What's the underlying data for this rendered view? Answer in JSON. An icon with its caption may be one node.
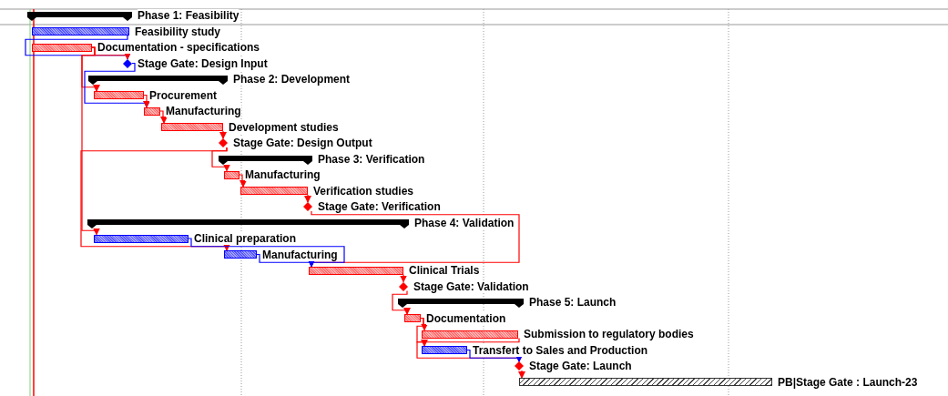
{
  "diagram": {
    "nodes": [
      {
        "text": [
          "Phase 1: Feasibility"
        ]
      },
      {
        "text": [
          "Feasibility study"
        ]
      },
      {
        "text": [
          "Documentation - specifications"
        ]
      },
      {
        "text": [
          "Stage Gate: Design Input"
        ]
      },
      {
        "text": [
          "Phase 2: Development"
        ]
      },
      {
        "text": [
          "Procurement"
        ]
      },
      {
        "text": [
          "Manufacturing"
        ]
      },
      {
        "text": [
          "Development studies"
        ]
      },
      {
        "text": [
          "Stage Gate: Design Output"
        ]
      },
      {
        "text": [
          "Phase 3: Verification"
        ]
      },
      {
        "text": [
          "Manufacturing"
        ]
      },
      {
        "text": [
          "Verification studies"
        ]
      },
      {
        "text": [
          "Stage Gate: Verification"
        ]
      },
      {
        "text": [
          "Phase 4: Validation"
        ]
      },
      {
        "text": [
          "Clinical preparation"
        ]
      },
      {
        "text": [
          "Manufacturing"
        ]
      },
      {
        "text": [
          "Clinical Trials"
        ]
      },
      {
        "text": [
          "Stage Gate: Validation"
        ]
      },
      {
        "text": [
          "Phase 5: Launch"
        ]
      },
      {
        "text": [
          "Documentation"
        ]
      },
      {
        "text": [
          "Submission to regulatory bodies"
        ]
      },
      {
        "text": [
          "Transfert to Sales and Production"
        ]
      },
      {
        "text": [
          "Stage Gate: Launch"
        ]
      },
      {
        "text": [
          "PB|Stage Gate : Launch-23"
        ]
      }
    ],
    "edges": [
      {
        "from": 1,
        "to": 3,
        "arrow": "to",
        "color": "#0000ff"
      },
      {
        "from": 2,
        "to": 3,
        "arrow": "to"
      },
      {
        "from": 2,
        "to": 5,
        "arrow": "to"
      },
      {
        "from": 2,
        "to": 14,
        "arrow": "to"
      },
      {
        "from": 3,
        "to": 6,
        "arrow": "to",
        "color": "#0000ff"
      },
      {
        "from": 5,
        "to": 6,
        "arrow": "to"
      },
      {
        "from": 6,
        "to": 7,
        "arrow": "to"
      },
      {
        "from": 7,
        "to": 8,
        "arrow": "to"
      },
      {
        "from": 8,
        "to": 10,
        "arrow": "to"
      },
      {
        "from": 8,
        "to": 15,
        "arrow": "to"
      },
      {
        "from": 10,
        "to": 11,
        "arrow": "to"
      },
      {
        "from": 11,
        "to": 12,
        "arrow": "to"
      },
      {
        "from": 12,
        "to": 16,
        "arrow": "to"
      },
      {
        "from": 14,
        "to": 16,
        "arrow": "to",
        "color": "#0000ff"
      },
      {
        "from": 15,
        "to": 16,
        "arrow": "to",
        "color": "#0000ff"
      },
      {
        "from": 16,
        "to": 17,
        "arrow": "to"
      },
      {
        "from": 17,
        "to": 19,
        "arrow": "to"
      },
      {
        "from": 19,
        "to": 20,
        "arrow": "to"
      },
      {
        "from": 19,
        "to": 21,
        "arrow": "to"
      },
      {
        "from": 20,
        "to": 22,
        "arrow": "to"
      },
      {
        "from": 21,
        "to": 22,
        "arrow": "to",
        "color": "#0000ff"
      },
      {
        "from": 22,
        "to": 23,
        "arrow": "to"
      }
    ]
  }
}
